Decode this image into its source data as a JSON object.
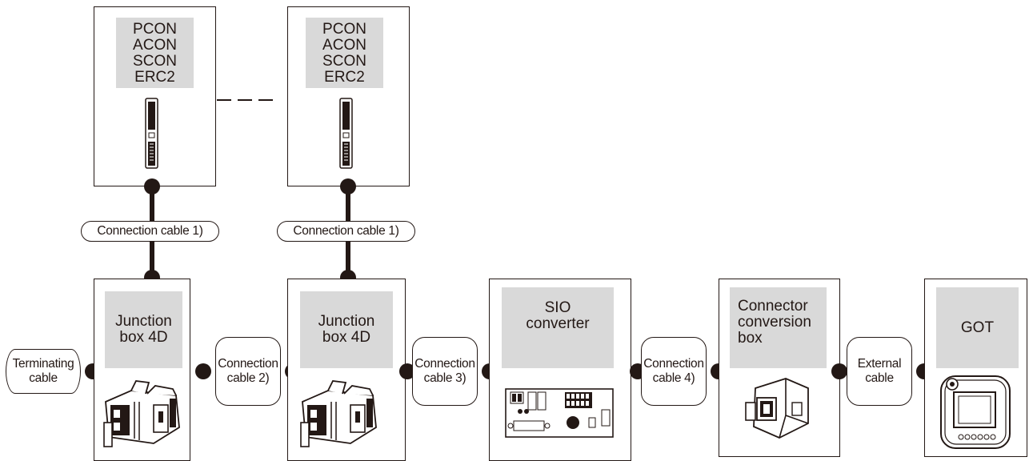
{
  "controllers": [
    {
      "lines": [
        "PCON",
        "ACON",
        "SCON",
        "ERC2"
      ]
    },
    {
      "lines": [
        "PCON",
        "ACON",
        "SCON",
        "ERC2"
      ]
    }
  ],
  "connection_cable_1": [
    "Connection cable 1)",
    "Connection cable 1)"
  ],
  "terminating_cable": [
    "Terminating",
    "cable"
  ],
  "junction_boxes": [
    {
      "lines": [
        "Junction",
        "box 4D"
      ]
    },
    {
      "lines": [
        "Junction",
        "box 4D"
      ]
    }
  ],
  "connection_cable_2": [
    "Connection",
    "cable 2)"
  ],
  "connection_cable_3": [
    "Connection",
    "cable 3)"
  ],
  "sio_converter": [
    "SIO",
    "converter"
  ],
  "connection_cable_4": [
    "Connection",
    "cable 4)"
  ],
  "connector_conversion_box": [
    "Connector",
    "conversion",
    "box"
  ],
  "external_cable": [
    "External",
    "cable"
  ],
  "got": "GOT",
  "colors": {
    "line": "#231815",
    "label_bg": "#d9d9d9"
  }
}
